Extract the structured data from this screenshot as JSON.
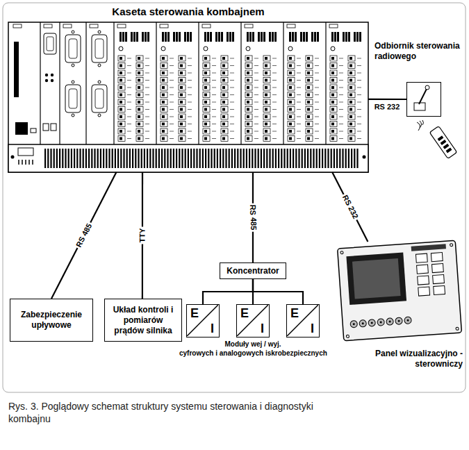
{
  "diagram": {
    "caption": "Rys. 3. Poglądowy schemat struktury systemu sterowania i diagnostyki kombajnu",
    "nodes": [
      {
        "text": [
          "Kaseta sterowania kombajnem"
        ]
      },
      {
        "text": [
          "Odbiornik sterowania radiowego"
        ]
      },
      {
        "text": [
          "Zabezpieczenie upływowe"
        ]
      },
      {
        "text": [
          "Układ kontroli i pomiarów prądów silnika"
        ]
      },
      {
        "text": [
          "Koncentrator"
        ]
      },
      {
        "text": [
          "E",
          "I"
        ]
      },
      {
        "text": [
          "E",
          "I"
        ]
      },
      {
        "text": [
          "E",
          "I"
        ]
      },
      {
        "text": [
          "Panel wizualizacyjno - sterowniczy"
        ]
      }
    ],
    "edges": [
      {
        "from": 0,
        "to": 1,
        "label": "RS 232",
        "arrow": "none"
      },
      {
        "from": 0,
        "to": 2,
        "label": "RS 485",
        "arrow": "none"
      },
      {
        "from": 0,
        "to": 3,
        "label": "TTY",
        "arrow": "none"
      },
      {
        "from": 0,
        "to": 4,
        "label": "RS 485",
        "arrow": "none"
      },
      {
        "from": 4,
        "to": 5,
        "arrow": "none"
      },
      {
        "from": 4,
        "to": 6,
        "arrow": "none"
      },
      {
        "from": 4,
        "to": 7,
        "arrow": "none"
      },
      {
        "from": 0,
        "to": 8,
        "label": "RS 232",
        "arrow": "none"
      }
    ],
    "labels": [
      "Moduły wej / wyj.",
      "cyfrowych i analogowych iskrobezpiecznych"
    ]
  }
}
